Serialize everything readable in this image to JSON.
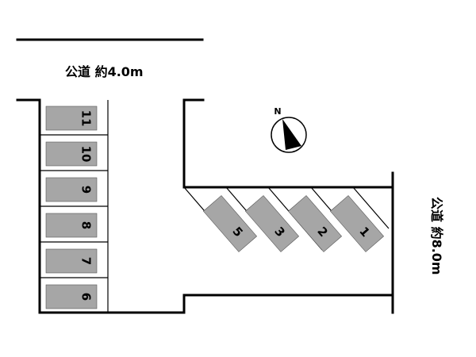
{
  "roads": {
    "north": "公道 約4.0m",
    "east": "公道 約8.0m"
  },
  "compass": {
    "label": "N"
  },
  "spaces": {
    "left_column": [
      "11",
      "10",
      "9",
      "8",
      "7",
      "6"
    ],
    "diagonal_row": [
      "5",
      "3",
      "2",
      "1"
    ]
  },
  "colors": {
    "space_fill": "#a6a6a6",
    "line": "#000000"
  }
}
